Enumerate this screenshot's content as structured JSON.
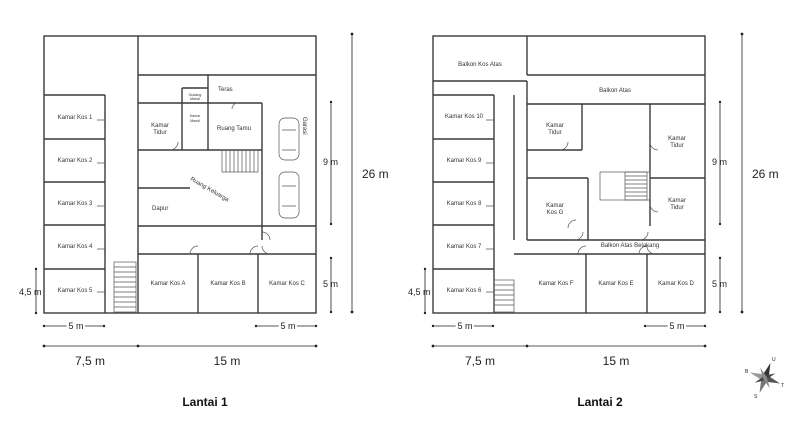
{
  "floors": [
    {
      "caption": "Lantai 1",
      "rooms": {
        "kos_1": "Kamar Kos 1",
        "kos_2": "Kamar Kos 2",
        "kos_3": "Kamar Kos 3",
        "kos_4": "Kamar Kos 4",
        "kos_5": "Kamar Kos 5",
        "kos_a": "Kamar Kos A",
        "kos_b": "Kamar Kos B",
        "kos_c": "Kamar Kos C",
        "teras": "Teras",
        "kamar_mandi_1": "Kamar",
        "kamar_mandi_2": "Mandi",
        "gudang_1": "Gudang",
        "gudang_2": "Mandi",
        "kamar_tidur_1": "Kamar",
        "kamar_tidur_2": "Tidur",
        "ruang_tamu": "Ruang Tamu",
        "garasi": "Garasi",
        "ruang_keluarga": "Ruang Keluarga",
        "dapur": "Dapur"
      },
      "dims": {
        "height_total": "26 m",
        "height_mid": "9 m",
        "height_low": "5 m",
        "height_left": "4,5 m",
        "width_left_room": "5 m",
        "width_right_room": "5 m",
        "width_left": "7,5 m",
        "width_right": "15 m"
      }
    },
    {
      "caption": "Lantai 2",
      "rooms": {
        "balkon_kos_atas": "Balkon Kos Atas",
        "balkon_atas": "Balkon Atas",
        "kos_10": "Kamar Kos 10",
        "kos_9": "Kamar Kos 9",
        "kos_8": "Kamar Kos 8",
        "kos_7": "Kamar Kos 7",
        "kos_6": "Kamar Kos 6",
        "kos_f": "Kamar Kos F",
        "kos_e": "Kamar Kos E",
        "kos_d": "Kamar Kos D",
        "kos_g_1": "Kamar",
        "kos_g_2": "Kos G",
        "tidur_a_1": "Kamar",
        "tidur_a_2": "Tidur",
        "tidur_b_1": "Kamar",
        "tidur_b_2": "Tidur",
        "tidur_c_1": "Kamar",
        "tidur_c_2": "Tidur",
        "balkon_belakang": "Balkon Atas Belakang"
      },
      "dims": {
        "height_total": "26 m",
        "height_mid": "9 m",
        "height_low": "5 m",
        "height_left": "4,5 m",
        "width_left_room": "5 m",
        "width_right_room": "5 m",
        "width_left": "7,5 m",
        "width_right": "15 m"
      }
    }
  ],
  "compass": {
    "north": "U",
    "south": "S",
    "east": "T",
    "west": "B"
  }
}
